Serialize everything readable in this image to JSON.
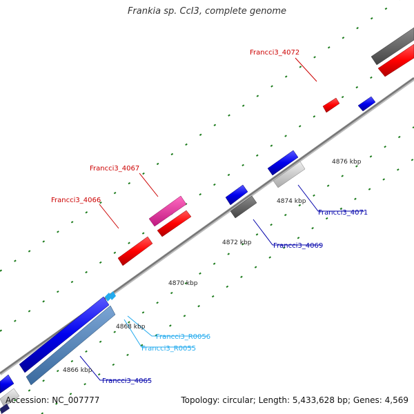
{
  "title": "Frankia sp. CcI3, complete genome",
  "footer": {
    "accession": "Accession: NC_007777",
    "summary": "Topology: circular; Length: 5,433,628 bp; Genes: 4,569"
  },
  "kbp_labels": [
    "4866 kbp",
    "4868 kbp",
    "4870 kbp",
    "4872 kbp",
    "4874 kbp",
    "4876 kbp"
  ],
  "gene_labels": {
    "g4072": "Francci3_4072",
    "g4067": "Francci3_4067",
    "g4066": "Francci3_4066",
    "g4071": "Francci3_4071",
    "g4069": "Francci3_4069",
    "gR0056": "Francci3_R0056",
    "gR0055": "Francci3_R0055",
    "g4065": "Francci3_4065"
  },
  "colors": {
    "red": "#ff0000",
    "blue": "#0000ee",
    "pink": "#ee2299",
    "dark_gray": "#666666",
    "light_gray": "#cccccc",
    "steel_blue": "#4f7fb5",
    "cyan": "#22aaee",
    "tick_green": "#1a7a1a",
    "backbone": "#888888"
  }
}
